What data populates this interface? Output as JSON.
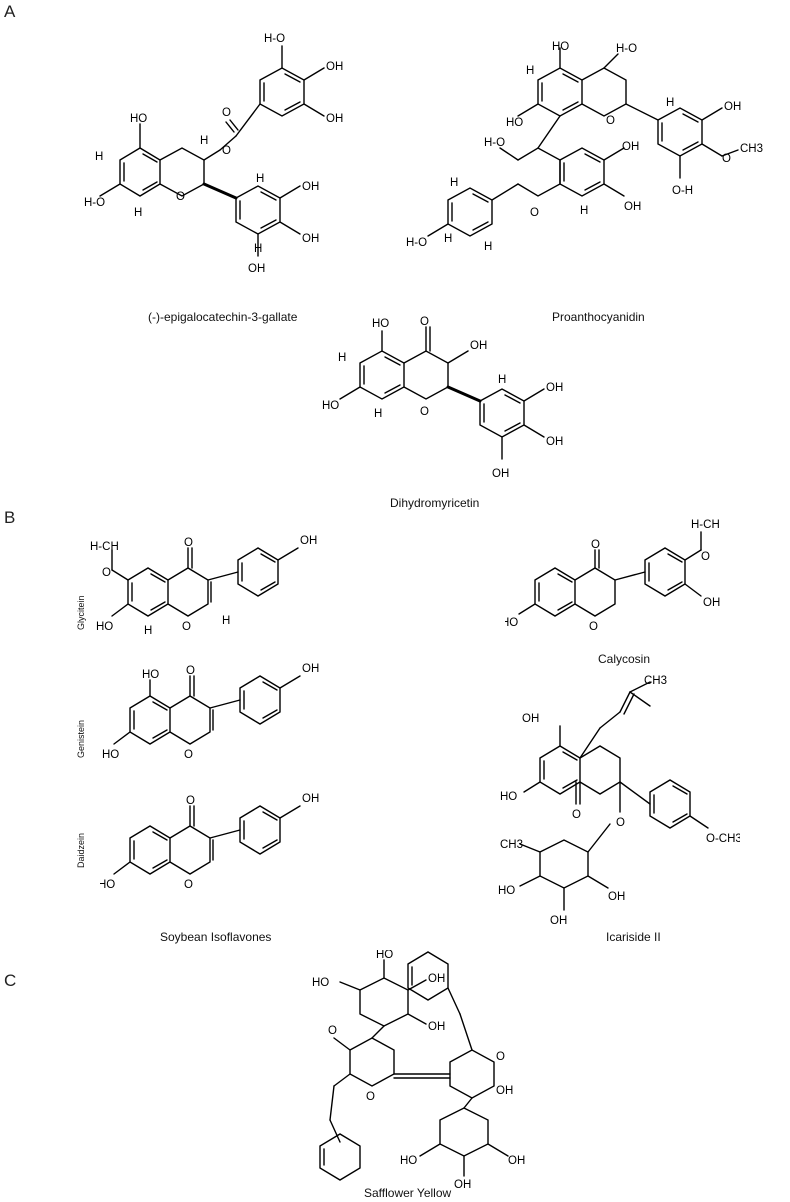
{
  "panels": {
    "a": {
      "letter": "A"
    },
    "b": {
      "letter": "B"
    },
    "c": {
      "letter": "C"
    }
  },
  "molecules": {
    "egcg": {
      "name": "(-)-epigalocatechin-3-gallate"
    },
    "proanthocyanidin": {
      "name": "Proanthocyanidin"
    },
    "dihydromyricetin": {
      "name": "Dihydromyricetin"
    },
    "glycitein": {
      "name": "Glycitein"
    },
    "genistein": {
      "name": "Genistein"
    },
    "daidzein": {
      "name": "Daidzein"
    },
    "soybean_group": {
      "name": "Soybean Isoflavones"
    },
    "calycosin": {
      "name": "Calycosin"
    },
    "icariside": {
      "name": "Icariside II"
    },
    "safflower": {
      "name": "Safflower Yellow"
    }
  },
  "atom_labels": {
    "oh": "OH",
    "ho": "HO",
    "h": "H",
    "o": "O",
    "ch3": "CH3"
  }
}
